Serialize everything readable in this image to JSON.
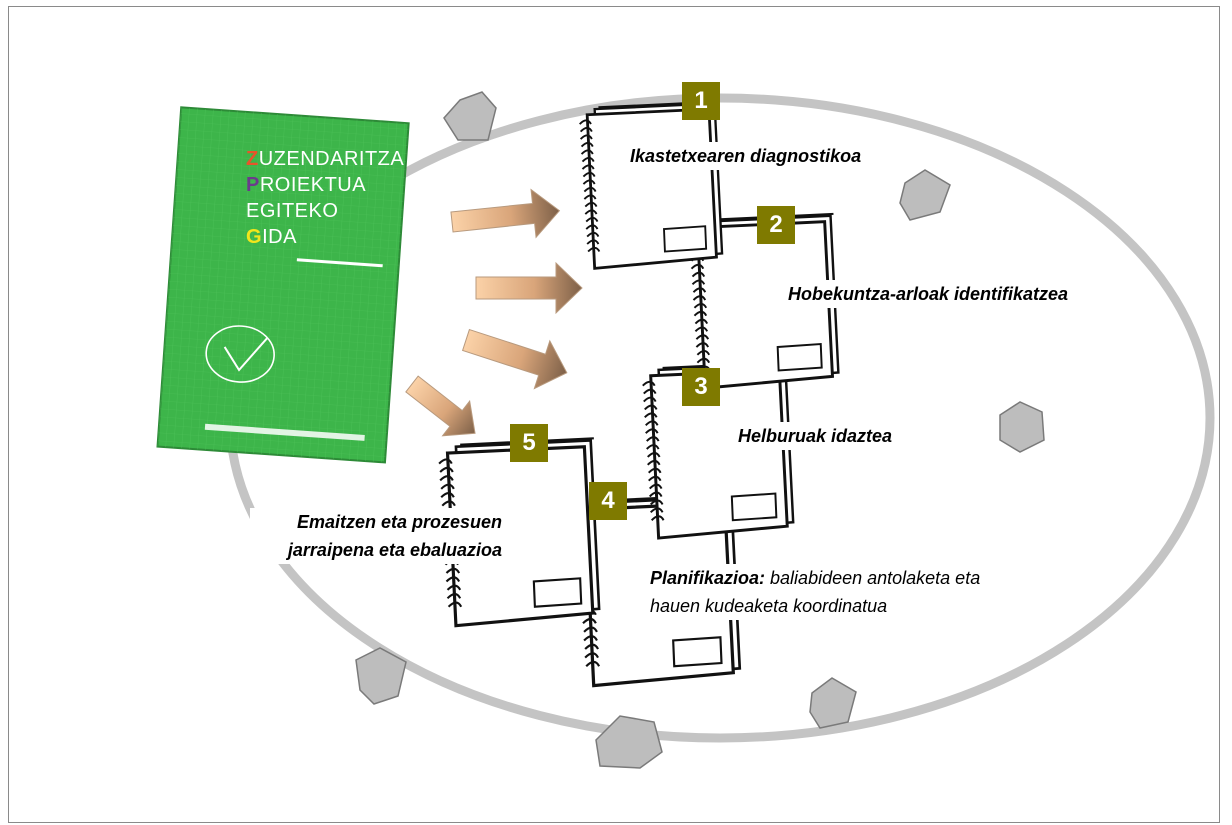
{
  "guide_book": {
    "title_lines": [
      {
        "initial": "Z",
        "rest": "UZENDARITZA",
        "initial_color": "#e8542a"
      },
      {
        "initial": "P",
        "rest": "ROIEKTUA",
        "initial_color": "#6b3a8c"
      },
      {
        "initial": "",
        "rest": "EGITEKO",
        "initial_color": "#ffffff"
      },
      {
        "initial": "G",
        "rest": "IDA",
        "initial_color": "#f2e51c"
      }
    ],
    "cover_color": "#3db54a"
  },
  "steps": [
    {
      "number": "1",
      "label": "Ikastetxearen diagnostikoa"
    },
    {
      "number": "2",
      "label": "Hobekuntza-arloak identifikatzea"
    },
    {
      "number": "3",
      "label": "Helburuak idaztea"
    },
    {
      "number": "4",
      "label_bold": "Planifikazioa:",
      "label_rest": " baliabideen antolaketa eta",
      "label_line2": "hauen kudeaketa koordinatua"
    },
    {
      "number": "5",
      "label_line1": "Emaitzen eta prozesuen",
      "label_line2": "jarraipena eta ebaluazioa"
    }
  ],
  "colors": {
    "badge": "#7f7a00",
    "cycle_ring": "#c4c4c4",
    "pentagon_fill": "#bdbdbd",
    "arrow_light": "#f7c89a",
    "arrow_dark": "#8a6a4c"
  }
}
